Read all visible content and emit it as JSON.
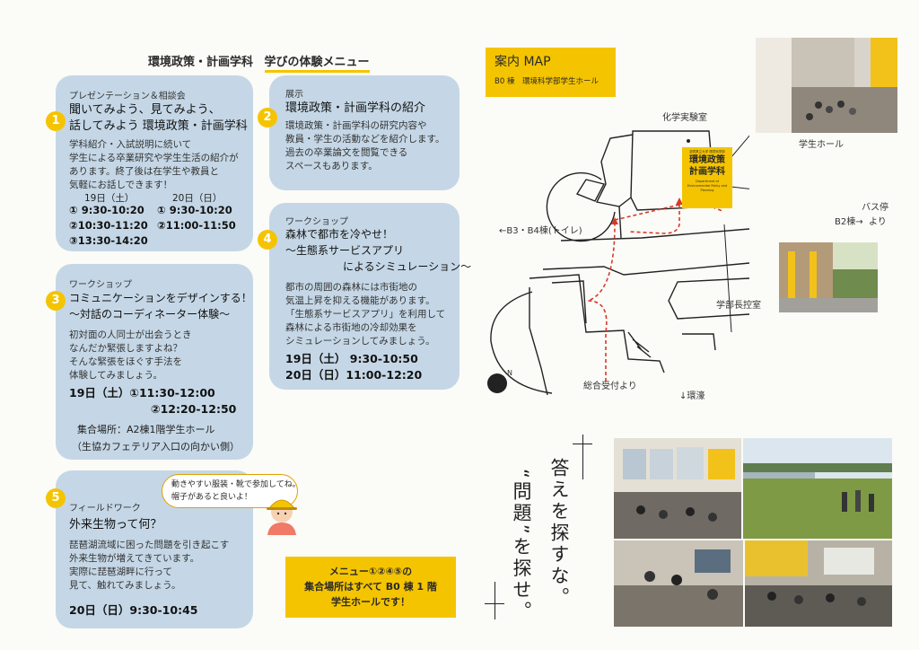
{
  "title": {
    "prefix": "環境政策・計画学科",
    "highlight": "学びの体験メニュー"
  },
  "menu": [
    {
      "num": "1",
      "category": "プレゼンテーション＆相談会",
      "heading": [
        "聞いてみよう、見てみよう、",
        "話してみよう 環境政策・計画学科"
      ],
      "body": [
        "学科紹介・入試説明に続いて",
        "学生による卒業研究や学生生活の紹介が",
        "あります。終了後は在学生や教員と",
        "気軽にお話しできます！"
      ],
      "day1": "19日（土）",
      "day2": "20日（日）",
      "times1": [
        "① 9:30-10:20",
        "②10:30-11:20",
        "③13:30-14:20"
      ],
      "times2": [
        "① 9:30-10:20",
        "②11:00-11:50"
      ]
    },
    {
      "num": "2",
      "category": "展示",
      "heading": [
        "環境政策・計画学科の紹介"
      ],
      "body": [
        "環境政策・計画学科の研究内容や",
        "教員・学生の活動などを紹介します。",
        "過去の卒業論文を閲覧できる",
        "スペースもあります。"
      ]
    },
    {
      "num": "3",
      "category": "ワークショップ",
      "heading": [
        "コミュニケーションをデザインする！",
        "〜対話のコーディネーター体験〜"
      ],
      "body": [
        "初対面の人同士が出会うとき",
        "なんだか緊張しますよね？",
        "そんな緊張をほぐす手法を",
        "体験してみましょう。"
      ],
      "time_a": "19日（土）①11:30-12:00",
      "time_b": "②12:20-12:50",
      "place": [
        "集合場所：A2棟1階学生ホール",
        "（生協カフェテリア入口の向かい側）"
      ]
    },
    {
      "num": "4",
      "category": "ワークショップ",
      "heading": [
        "森林で都市を冷やせ！",
        "〜生態系サービスアプリ",
        "によるシミュレーション〜"
      ],
      "body": [
        "都市の周囲の森林には市街地の",
        "気温上昇を抑える機能があります。",
        "「生態系サービスアプリ」を利用して",
        "森林による市街地の冷却効果を",
        "シミュレーションしてみましょう。"
      ],
      "time_a": "19日（土） 9:30-10:50",
      "time_b": "20日（日）11:00-12:20"
    },
    {
      "num": "5",
      "category": "フィールドワーク",
      "heading": [
        "外来生物って何？"
      ],
      "body": [
        "琵琶湖流域に困った問題を引き起こす",
        "外来生物が増えてきています。",
        "実際に琵琶湖畔に行って",
        "見て、触れてみましょう。"
      ],
      "time": "20日（日）9:30-10:45",
      "bubble": [
        "動きやすい服装・靴で参加してね。",
        "帽子があると良いよ！"
      ]
    }
  ],
  "notice": [
    "メニュー①②④⑤の",
    "集合場所はすべて B0 棟 1 階",
    "学生ホールです！"
  ],
  "map": {
    "title": "案内 MAP",
    "subtitle": "B0 棟　環境科学部学生ホール",
    "labels": {
      "chem": "化学実験室",
      "hall": "学生ホール",
      "bus": "バス停",
      "bus_b2": "B2棟→",
      "bus_from": "より",
      "b3b4": "←B3・B4棟(トイレ)",
      "dean": "学部長控室",
      "reception": "総合受付より",
      "ring": "↓環濠",
      "north": "N"
    },
    "sign": {
      "small": "滋賀県立大学 環境科学部",
      "title1": "環境政策",
      "title2": "計画学科",
      "en": "Department of Environmental Policy and Planning"
    }
  },
  "slogan": {
    "line1": "答えを探すな。",
    "line2": "“問題”を探せ。"
  },
  "colors": {
    "yellow": "#f5c400",
    "card": "#c5d7e6",
    "route": "#d63a2a"
  }
}
